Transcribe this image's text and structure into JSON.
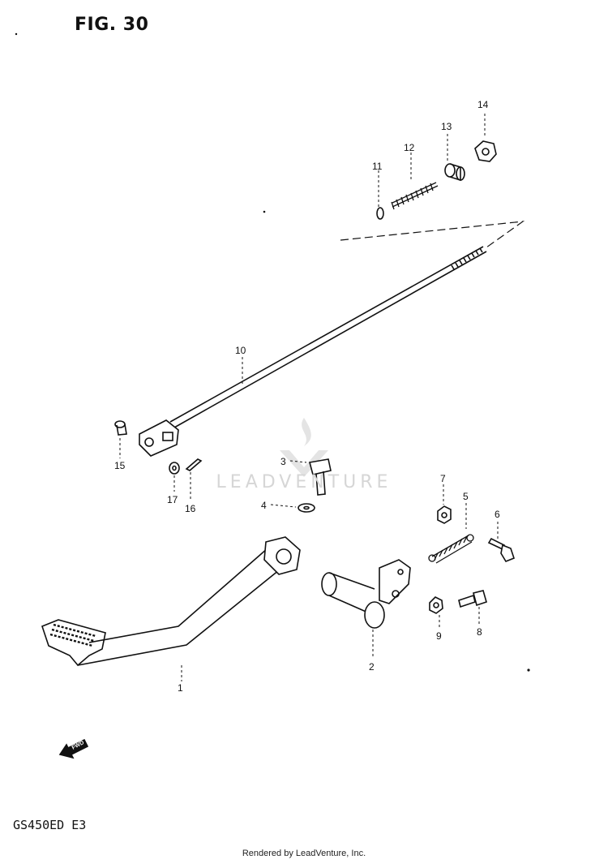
{
  "header": {
    "figure_label": "FIG. 30"
  },
  "footer": {
    "model_code": "GS450ED  E3",
    "rendered_by": "Rendered by LeadVenture, Inc."
  },
  "watermark": {
    "text": "LEADVENTURE"
  },
  "callouts": [
    "1",
    "2",
    "3",
    "4",
    "5",
    "6",
    "7",
    "8",
    "9",
    "10",
    "11",
    "12",
    "13",
    "14",
    "15",
    "16",
    "17"
  ],
  "fwd_label": "FWD"
}
